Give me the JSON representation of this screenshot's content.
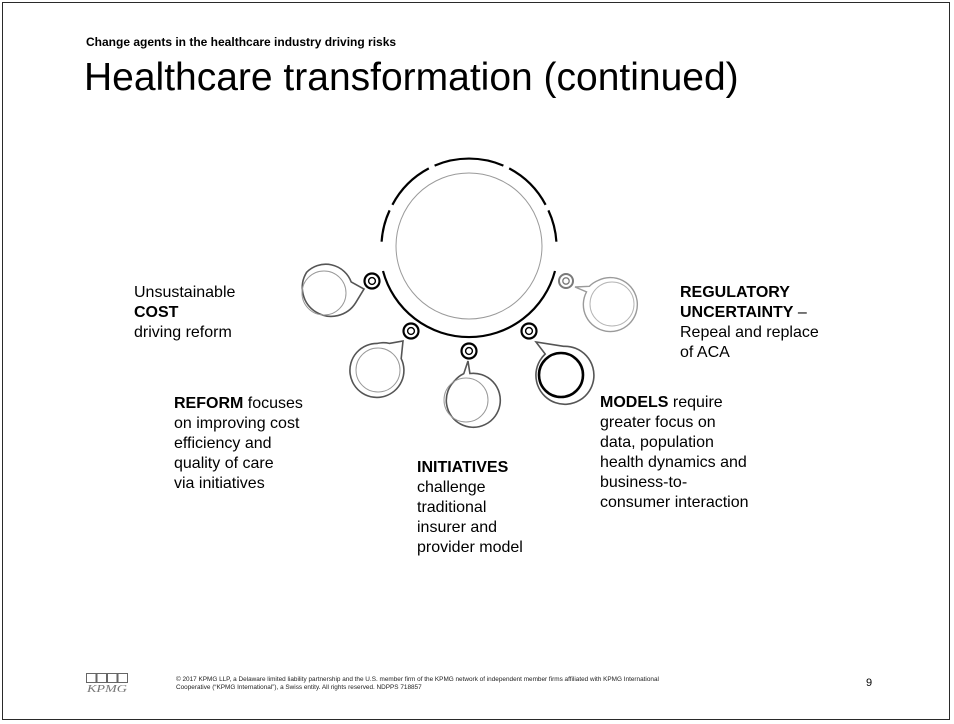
{
  "header": {
    "subtitle": "Change agents in the healthcare industry driving risks",
    "title": "Healthcare transformation (continued)"
  },
  "labels": {
    "cost": {
      "line1": "Unsustainable",
      "bold": "COST",
      "line3": "driving reform"
    },
    "reform": {
      "bold": "REFORM",
      "rest1": " focuses",
      "line2": "on improving cost",
      "line3": "efficiency and",
      "line4": "quality of care",
      "line5": "via initiatives"
    },
    "initiatives": {
      "bold": "INITIATIVES",
      "line2": "challenge",
      "line3": "traditional",
      "line4": "insurer and",
      "line5": "provider model"
    },
    "models": {
      "bold": "MODELS",
      "rest1": " require",
      "line2": "greater focus on",
      "line3": "data, population",
      "line4": "health dynamics and",
      "line5": "business-to-",
      "line6": "consumer interaction"
    },
    "regulatory": {
      "bold1": "REGULATORY",
      "bold2": "UNCERTAINTY",
      "dash": " –",
      "line3": "Repeal and replace",
      "line4": "of ACA"
    }
  },
  "footer": {
    "logo_text": "KPMG",
    "copyright_line1": "© 2017 KPMG LLP, a Delaware limited liability partnership and the U.S. member firm of the KPMG network of independent member firms affiliated with KPMG International",
    "copyright_line2": "Cooperative (“KPMG International”), a Swiss entity. All rights reserved. NDPPS 718857",
    "page_number": "9"
  }
}
